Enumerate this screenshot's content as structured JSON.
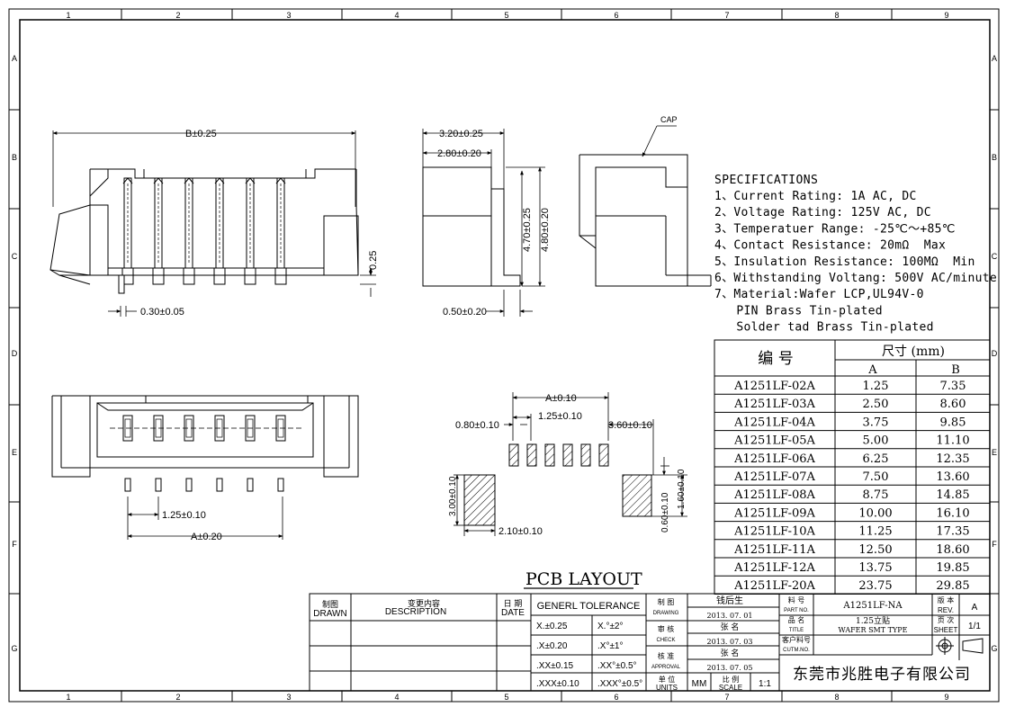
{
  "border": {
    "cols": [
      "1",
      "2",
      "3",
      "4",
      "5",
      "6",
      "7",
      "8",
      "9"
    ],
    "rows": [
      "A",
      "B",
      "C",
      "D",
      "E",
      "F",
      "G"
    ]
  },
  "views": {
    "front": {
      "width_dim": "B±0.25",
      "pin_width_dim": "0.30±0.05",
      "height_dim": "0.25"
    },
    "side": {
      "depth_dim": "3.20±0.25",
      "inner_depth_dim": "2.80±0.20",
      "height_dim_1": "4.70±0.25",
      "height_dim_2": "4.80±0.20",
      "foot_dim": "0.50±0.20"
    },
    "cap": {
      "label": "CAP"
    },
    "top": {
      "pitch_dim": "1.25±0.10",
      "span_dim": "A±0.20"
    },
    "pcb": {
      "span_dim": "A±0.10",
      "pitch_dim": "1.25±0.10",
      "pad_w_dim": "0.80±0.10",
      "offset_dim": "3.60±0.10",
      "pad_h_dim": "3.00±0.10",
      "tab_w_dim": "2.10±0.10",
      "tab_gap_dim": "0.60±0.10",
      "tab_h_dim": "1.60±0.10",
      "title": "PCB LAYOUT"
    }
  },
  "specs": {
    "title": "SPECIFICATIONS",
    "lines": [
      "1、Current Rating: 1A AC, DC",
      "2、Voltage Rating: 125V AC, DC",
      "3、Temperatuer Range: -25℃～+85℃",
      "4、Contact Resistance: 20mΩ  Max",
      "5、Insulation Resistance: 100MΩ  Min",
      "6、Withstanding Voltang: 500V AC/minute",
      "7、Material:Wafer LCP,UL94V-0",
      "   PIN Brass Tin-plated",
      "   Solder tad Brass Tin-plated"
    ]
  },
  "table": {
    "col_part": "编  号",
    "col_size": "尺寸 (mm)",
    "col_a": "A",
    "col_b": "B",
    "rows": [
      [
        "A1251LF-02A",
        "1.25",
        "7.35"
      ],
      [
        "A1251LF-03A",
        "2.50",
        "8.60"
      ],
      [
        "A1251LF-04A",
        "3.75",
        "9.85"
      ],
      [
        "A1251LF-05A",
        "5.00",
        "11.10"
      ],
      [
        "A1251LF-06A",
        "6.25",
        "12.35"
      ],
      [
        "A1251LF-07A",
        "7.50",
        "13.60"
      ],
      [
        "A1251LF-08A",
        "8.75",
        "14.85"
      ],
      [
        "A1251LF-09A",
        "10.00",
        "16.10"
      ],
      [
        "A1251LF-10A",
        "11.25",
        "17.35"
      ],
      [
        "A1251LF-11A",
        "12.50",
        "18.60"
      ],
      [
        "A1251LF-12A",
        "13.75",
        "19.85"
      ],
      [
        "A1251LF-20A",
        "23.75",
        "29.85"
      ]
    ]
  },
  "title_block": {
    "drawn_cn": "制图",
    "drawn_en": "DRAWN",
    "desc_cn": "变更内容",
    "desc_en": "DESCRIPTION",
    "date_cn": "日 期",
    "date_en": "DATE",
    "tol_title": "GENERL  TOLERANCE",
    "tol": [
      [
        "X.±0.25",
        "X.°±2°"
      ],
      [
        ".X±0.20",
        ".X°±1°"
      ],
      [
        ".XX±0.15",
        ".XX°±0.5°"
      ],
      [
        ".XXX±0.10",
        ".XXX°±0.5°"
      ]
    ],
    "drawing_cn": "制  图",
    "drawing_en": "DRAWING",
    "drawing_name": "钱后生",
    "drawing_date": "2013. 07. 01",
    "check_cn": "审  核",
    "check_en": "CHECK",
    "check_name": "张  名",
    "check_date": "2013. 07. 03",
    "approval_cn": "核  准",
    "approval_en": "APPROVAL",
    "approval_name": "张  名",
    "approval_date": "2013. 07. 05",
    "units_cn": "单 位",
    "units_en": "UNITS",
    "units_val": "MM",
    "scale_cn": "比 例",
    "scale_en": "SCALE",
    "scale_val": "1:1",
    "partno_cn": "料  号",
    "partno_en": "PART NO.",
    "partno_val": "A1251LF-NA",
    "title_cn": "品  名",
    "title_en": "TITLE",
    "title_val_1": "1.25立贴",
    "title_val_2": "WAFER SMT TYPE",
    "cust_cn": "客户料号",
    "cust_en": "CUTM.NO.",
    "rev_cn": "版 本",
    "rev_en": "REV.",
    "rev_val": "A",
    "sheet_cn": "页 次",
    "sheet_en": "SHEET",
    "sheet_val": "1/1",
    "company": "东莞市兆胜电子有限公司"
  }
}
